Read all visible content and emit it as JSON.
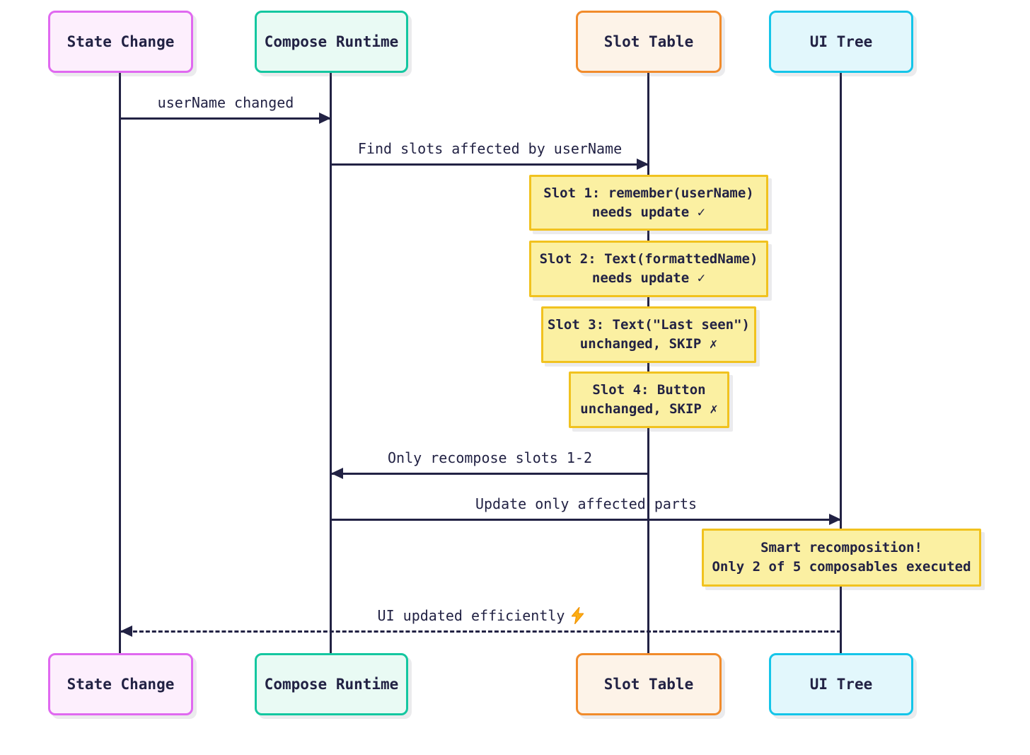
{
  "actors": [
    {
      "label": "State Change",
      "fill": "#fdeffd",
      "border": "#e069f0"
    },
    {
      "label": "Compose Runtime",
      "fill": "#e9faf4",
      "border": "#14c7a0"
    },
    {
      "label": "Slot Table",
      "fill": "#fdf3e8",
      "border": "#f18b2b"
    },
    {
      "label": "UI Tree",
      "fill": "#e2f7fc",
      "border": "#15c5e9"
    }
  ],
  "messages": [
    {
      "label": "userName changed",
      "from": "State Change",
      "to": "Compose Runtime",
      "line": "solid",
      "direction": "right"
    },
    {
      "label": "Find slots affected by userName",
      "from": "Compose Runtime",
      "to": "Slot Table",
      "line": "solid",
      "direction": "right"
    },
    {
      "label": "Only recompose slots 1-2",
      "from": "Slot Table",
      "to": "Compose Runtime",
      "line": "solid",
      "direction": "left"
    },
    {
      "label": "Update only affected parts",
      "from": "Compose Runtime",
      "to": "UI Tree",
      "line": "solid",
      "direction": "right"
    },
    {
      "label": "UI updated efficiently",
      "icon": "lightning-icon",
      "from": "UI Tree",
      "to": "State Change",
      "line": "dashed",
      "direction": "left"
    }
  ],
  "notes": [
    {
      "over": "Slot Table",
      "lines": [
        "Slot 1: remember(userName)",
        "needs update ✓"
      ]
    },
    {
      "over": "Slot Table",
      "lines": [
        "Slot 2: Text(formattedName)",
        "needs update ✓"
      ]
    },
    {
      "over": "Slot Table",
      "lines": [
        "Slot 3: Text(\"Last seen\")",
        "unchanged, SKIP ✗"
      ]
    },
    {
      "over": "Slot Table",
      "lines": [
        "Slot 4: Button",
        "unchanged, SKIP ✗"
      ]
    },
    {
      "over": "UI Tree",
      "lines": [
        "Smart recomposition!",
        "Only 2 of 5 composables executed"
      ]
    }
  ],
  "colors": {
    "background": "#ffffff",
    "ink": "#222244",
    "note_fill": "#fbf0a2",
    "note_border": "#f1c21f",
    "lightning": "#fcae13"
  }
}
